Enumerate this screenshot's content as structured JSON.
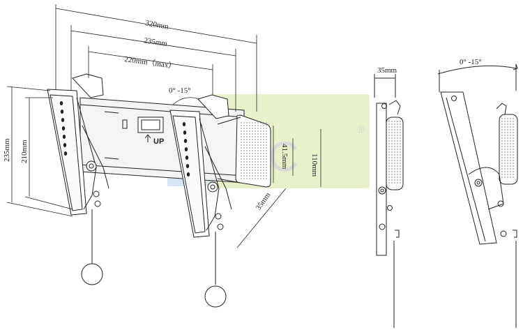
{
  "dimensions": {
    "width_320": "320mm",
    "width_235": "235mm",
    "width_220": "220mm（max）",
    "tilt_front": "0°  -15°",
    "height_235": "235mm",
    "height_210": "210mm",
    "slot_415": "41.5mm",
    "height_110": "110mm",
    "depth_35_front": "35mm",
    "depth_35_side": "35mm",
    "tilt_side": "0°  -15°"
  },
  "labels": {
    "up": "UP"
  },
  "watermark": {
    "text": "LOC",
    "trademark": "®"
  },
  "colors": {
    "line": "#222222",
    "watermark_green": "#e3f0c4",
    "watermark_blue": "#cfe0ef"
  }
}
